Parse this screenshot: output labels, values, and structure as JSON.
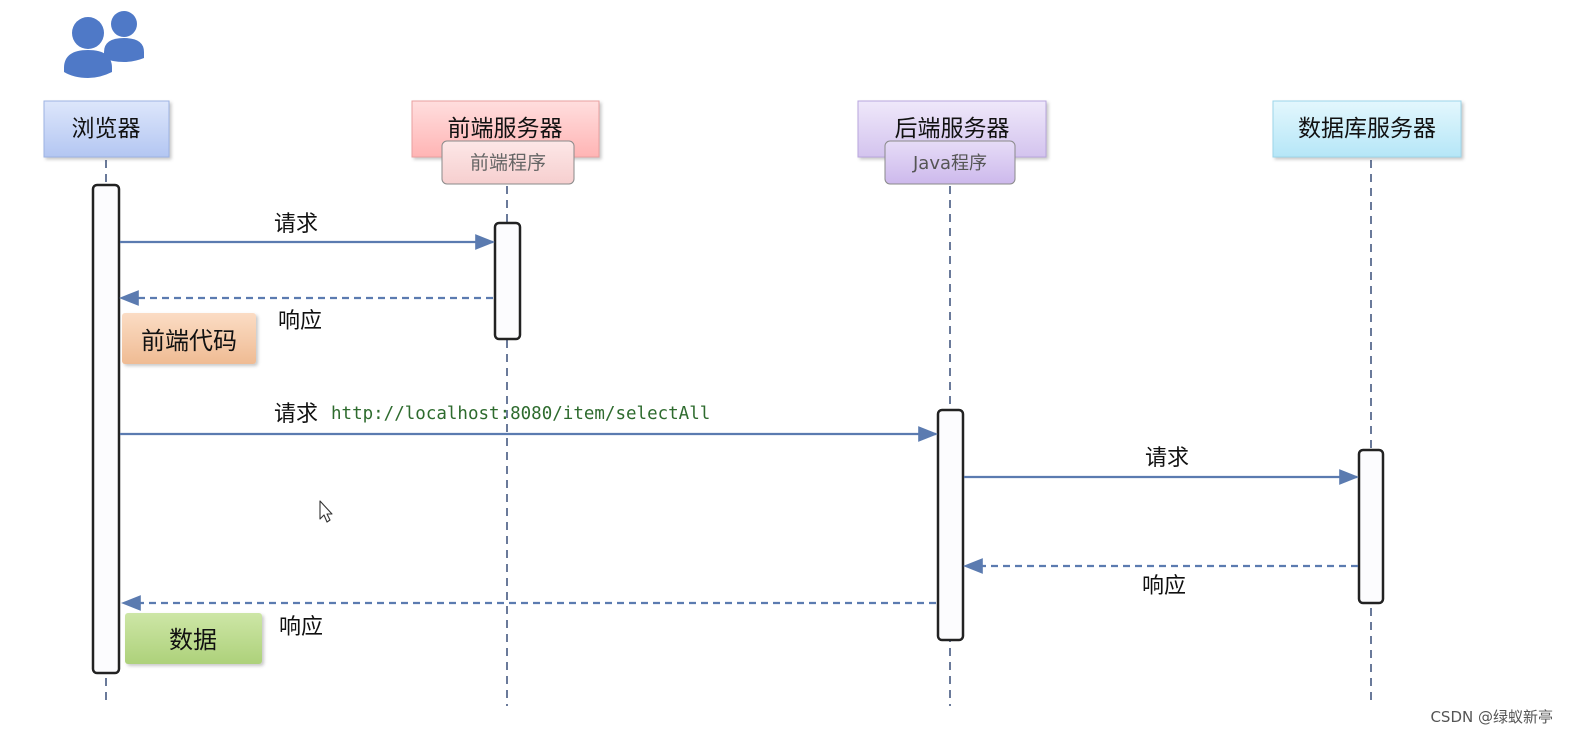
{
  "participants": {
    "browser": "浏览器",
    "frontend_server": "前端服务器",
    "frontend_program": "前端程序",
    "backend_server": "后端服务器",
    "backend_program": "Java程序",
    "database_server": "数据库服务器"
  },
  "messages": {
    "request_1": "请求",
    "response_1": "响应",
    "request_2": "请求",
    "request_2_url": "http://localhost:8080/item/selectAll",
    "request_3": "请求",
    "response_3": "响应",
    "response_2": "响应"
  },
  "notes": {
    "frontend_code": "前端代码",
    "data": "数据"
  },
  "watermark": "CSDN @绿蚁新亭",
  "icons": {
    "top_left": "users-icon",
    "cursor": "mouse-pointer-icon"
  },
  "colors": {
    "lifeline": "#6a7a9a",
    "arrow": "#5b7bb0",
    "url_text": "#2e6b2e",
    "browser_box": "#c9d7f7",
    "frontend_box": "#ffc6c6",
    "backend_box": "#dfd3f2",
    "database_box": "#c9eefa",
    "frontend_code_note": "#f5c9a8",
    "data_note": "#bcd98f"
  }
}
